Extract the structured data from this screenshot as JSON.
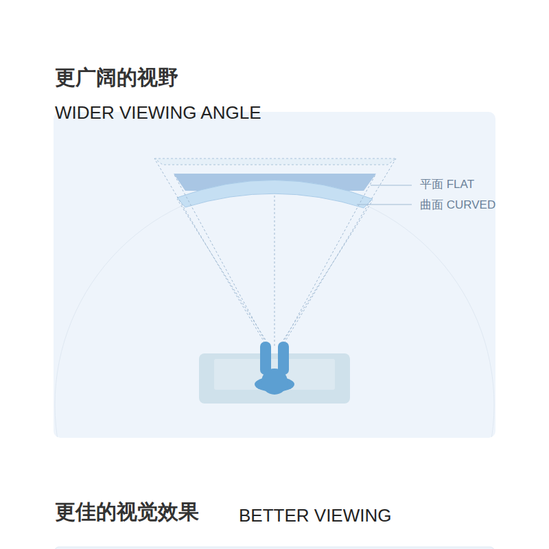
{
  "diagram": {
    "title": "更广阔的视野",
    "labels": [
      "WIDER VIEWING ANGLE",
      "平面 FLAT",
      "曲面 CURVED",
      "更佳的视觉效果",
      "BETTER VIEWING"
    ]
  }
}
